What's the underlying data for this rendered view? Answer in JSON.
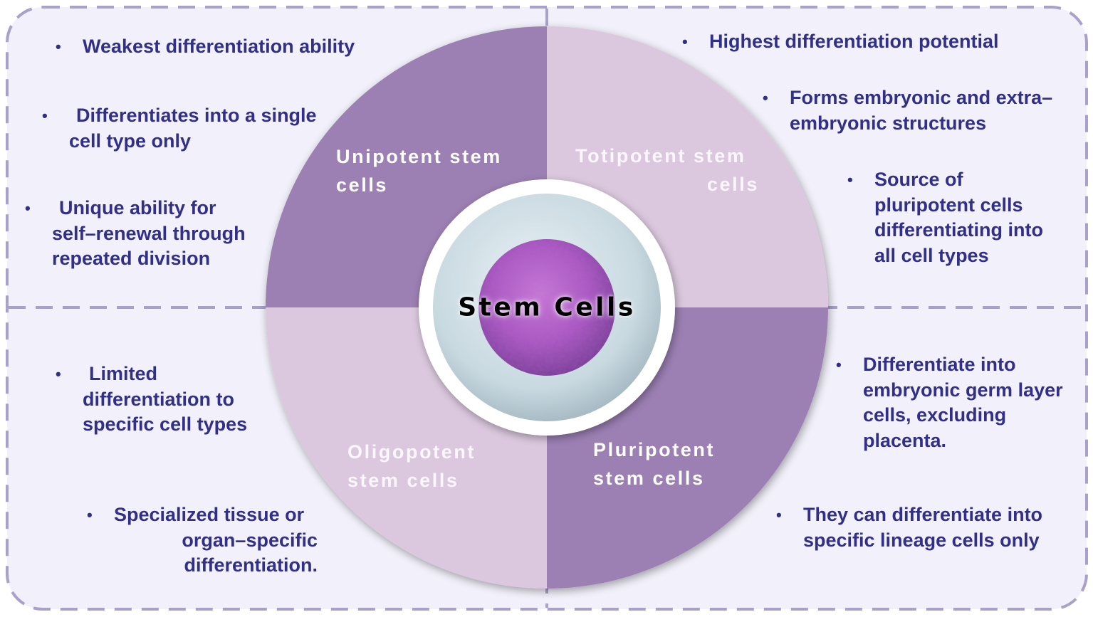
{
  "colors": {
    "background": "#f2f1fb",
    "border": "#aaa0cc",
    "dark_quadrant": "#9c80b4",
    "light_quadrant": "#dbc8de",
    "bullet_text": "#322f86",
    "cell_nucleus": "#a957c2"
  },
  "center": {
    "title": "Stem Cells",
    "image": "purple-cell-illustration"
  },
  "quadrants": [
    {
      "position": "top-left",
      "label_lines": [
        "Unipotent stem",
        "cells"
      ],
      "bullets": [
        {
          "lines": [
            "Weakest differentiation ability"
          ]
        },
        {
          "lines": [
            "Differentiates into a single",
            "cell type only"
          ]
        },
        {
          "lines": [
            "Unique ability for",
            "self–renewal through",
            "repeated division"
          ]
        }
      ]
    },
    {
      "position": "top-right",
      "label_lines": [
        "Totipotent stem",
        "cells"
      ],
      "bullets": [
        {
          "lines": [
            "Highest differentiation potential"
          ]
        },
        {
          "lines": [
            "Forms embryonic and extra–",
            "embryonic structures"
          ]
        },
        {
          "lines": [
            "Source of",
            "pluripotent cells",
            "differentiating into",
            "all cell types"
          ]
        }
      ]
    },
    {
      "position": "bottom-left",
      "label_lines": [
        "Oligopotent",
        "stem cells"
      ],
      "bullets": [
        {
          "lines": [
            "Limited",
            "differentiation to",
            "specific cell types"
          ]
        },
        {
          "lines": [
            "Specialized tissue or",
            "organ–specific",
            "differentiation."
          ]
        }
      ]
    },
    {
      "position": "bottom-right",
      "label_lines": [
        "Pluripotent",
        "stem cells"
      ],
      "bullets": [
        {
          "lines": [
            "Differentiate into",
            "embryonic germ layer",
            "cells, excluding",
            "placenta."
          ]
        },
        {
          "lines": [
            "They can differentiate into",
            "specific lineage cells only"
          ]
        }
      ]
    }
  ]
}
